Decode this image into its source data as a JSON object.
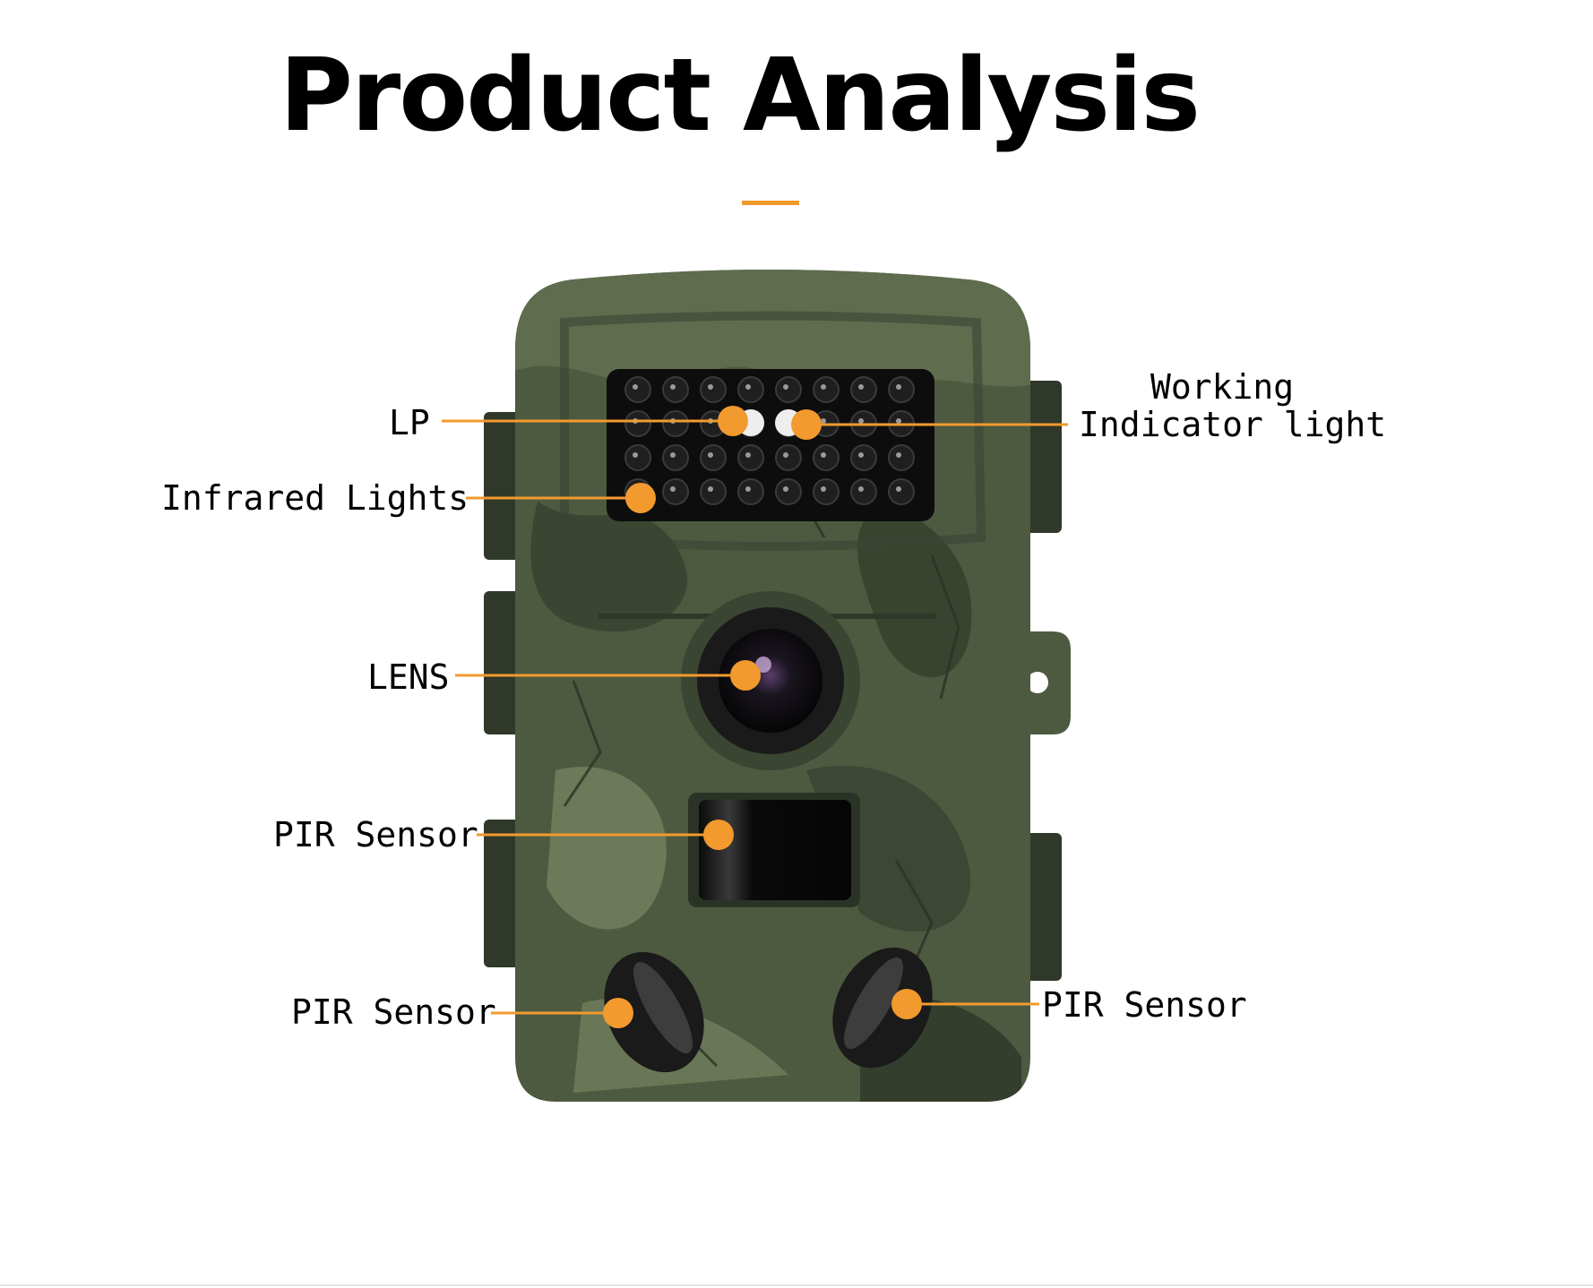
{
  "title": "Product Analysis",
  "accent_color": "#f29a2e",
  "camera_colors": {
    "camo_base": "#4d5a40",
    "camo_dark": "#2f3829",
    "camo_light": "#6f7d5c",
    "panel_black": "#0d0d0d"
  },
  "callouts": {
    "lp": "LP",
    "working_indicator_line1": "Working",
    "working_indicator_line2": "Indicator light",
    "infrared_lights": "Infrared Lights",
    "lens": "LENS",
    "pir_sensor_center": "PIR Sensor",
    "pir_sensor_left": "PIR Sensor",
    "pir_sensor_right": "PIR Sensor"
  }
}
